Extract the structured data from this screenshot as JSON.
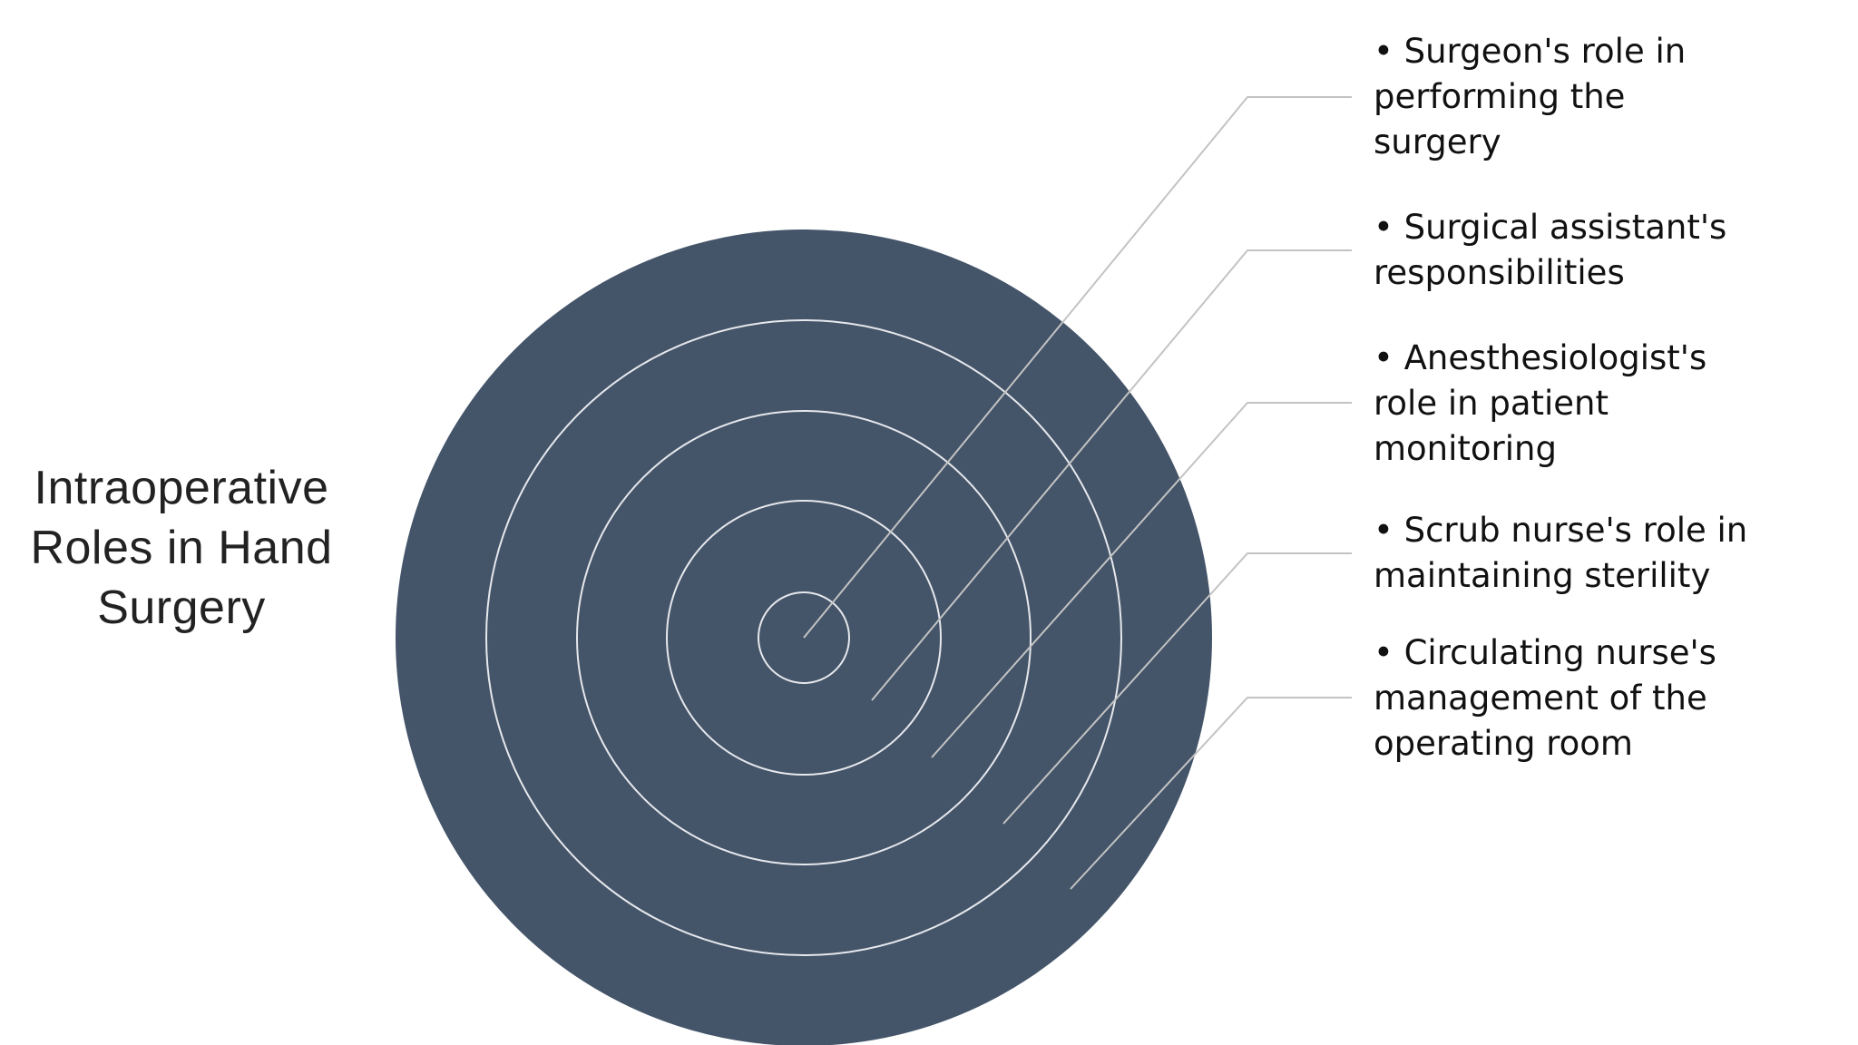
{
  "title": "Intraoperative Roles in Hand Surgery",
  "colors": {
    "disc": "#445469",
    "ring": "#e6e8ec",
    "leader": "#c3c3c3"
  },
  "items": [
    {
      "label": "• Surgeon's role in\nperforming the\nsurgery"
    },
    {
      "label": "• Surgical assistant's\nresponsibilities"
    },
    {
      "label": "• Anesthesiologist's\nrole in patient\nmonitoring"
    },
    {
      "label": "• Scrub nurse's role in\nmaintaining sterility"
    },
    {
      "label": "• Circulating nurse's\nmanagement of the\noperating room"
    }
  ]
}
